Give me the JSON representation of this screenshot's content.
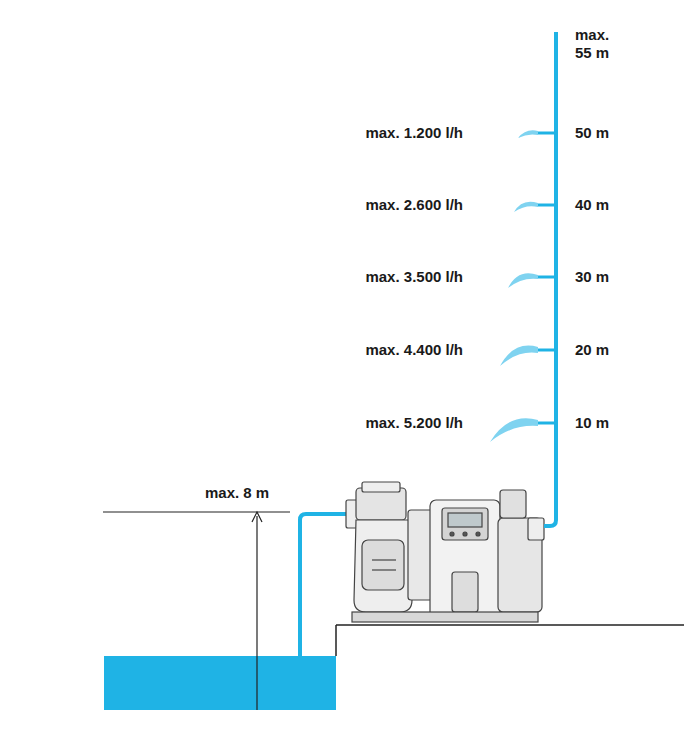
{
  "diagram": {
    "labels": [
      "max. 55 m",
      "max. 1.200 l/h",
      "50 m",
      "max. 2.600 l/h",
      "40 m",
      "max. 3.500 l/h",
      "30 m",
      "max. 4.400 l/h",
      "20 m",
      "max. 5.200 l/h",
      "10 m",
      "max. 8 m"
    ]
  }
}
